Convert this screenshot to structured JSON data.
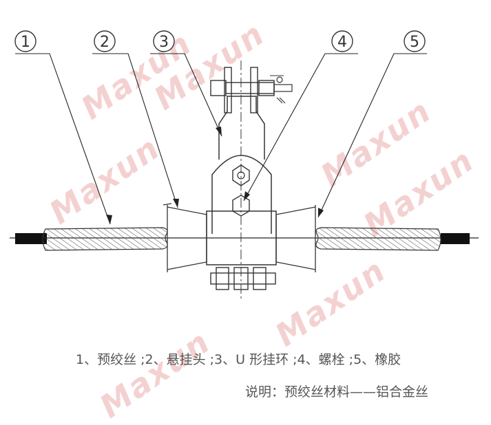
{
  "watermark": {
    "text": "Maxun",
    "color": "#f3c9c9"
  },
  "callouts": [
    "1",
    "2",
    "3",
    "4",
    "5"
  ],
  "legend_text": "1、预绞丝 ;2、悬挂头 ;3、U 形挂环 ;4、螺栓 ;5、橡胶",
  "note_text": "说明：预绞丝材料——铝合金丝"
}
